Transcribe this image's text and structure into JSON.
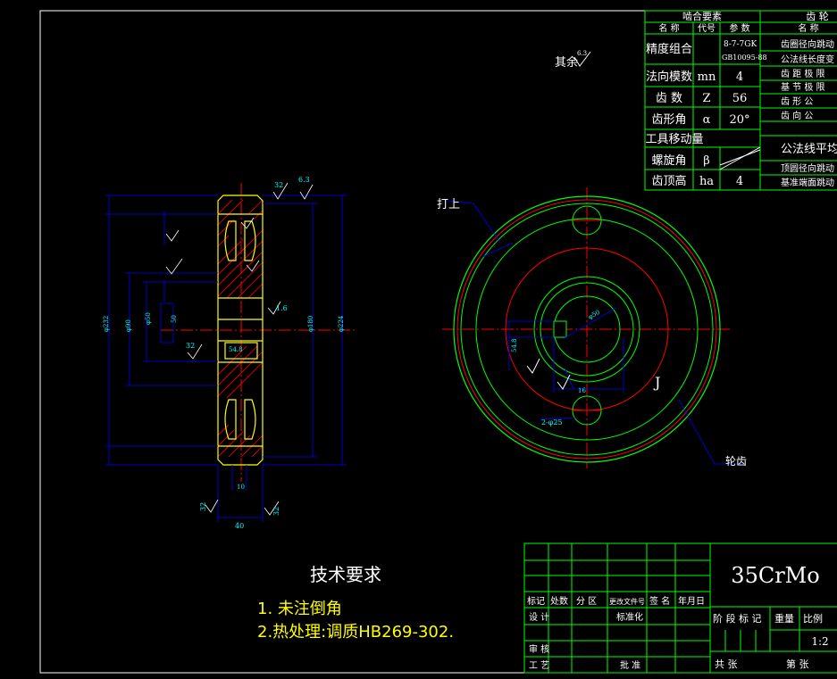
{
  "colors": {
    "background": "#000000",
    "frame": "#ffffff",
    "table": "#00ff00",
    "outline": "#ffff00",
    "dimension": "#00ffff",
    "centerline": "#ff0000",
    "pitch": "#00ff00",
    "hatch": "#ff0000",
    "leader": "#0000ff"
  },
  "gear_table": {
    "header_left": "啮合要素",
    "header_right": "齿 轮",
    "col_name": "名 称",
    "col_code": "代号",
    "col_param": "参 数",
    "right_col_name": "名 称",
    "rows": [
      {
        "name": "精度组合",
        "code": "",
        "value": "8-7-7GK",
        "value2": "GB10095-88"
      },
      {
        "name": "法向模数",
        "code": "mn",
        "value": "4"
      },
      {
        "name": "齿 数",
        "code": "Z",
        "value": "56"
      },
      {
        "name": "齿形角",
        "code": "α",
        "value": "20°"
      },
      {
        "name": "工具移动量",
        "code": "",
        "value": ""
      },
      {
        "name": "螺旋角",
        "code": "β",
        "value": ""
      },
      {
        "name": "齿顶高",
        "code": "ha",
        "value": "4"
      }
    ],
    "right_rows": [
      "齿圈径向跳动",
      "公法线长度变",
      "齿 距 极 限",
      "基 节 极 限",
      "齿 形 公",
      "齿 向 公",
      "公法线平均",
      "顶圆径向跳动",
      "基准端面跳动"
    ]
  },
  "annotations": {
    "roughness_other": "其余",
    "roughness_other_value": "6.3",
    "stamp": "打上",
    "teeth": "轮齿",
    "holes": "2-φ25",
    "section_mark": "J",
    "keyway_width": "16",
    "keyway_depth": "54.8",
    "rough_32": "32",
    "rough_63": "6.3",
    "rough_16": "1.6",
    "dim_width": "40",
    "dim_hub": "50",
    "dim_da": "φ232",
    "dim_bore": "φ50",
    "dim_d": "φ224",
    "dim_web": "10",
    "dim_ring": "φ180",
    "dim_hubd": "φ90"
  },
  "tech_requirements": {
    "title": "技术要求",
    "items": [
      "1. 未注倒角",
      "2.热处理:调质HB269-302."
    ]
  },
  "title_block": {
    "material": "35CrMo",
    "mark_labels": [
      "标记",
      "处数",
      "分 区",
      "更改文件号",
      "签 名",
      "年月日"
    ],
    "design": "设 计",
    "standardize": "标准化",
    "review": "审 核",
    "process": "工 艺",
    "approve": "批 准",
    "stage_mark": "阶 段 标 记",
    "weight": "重量",
    "scale_label": "比例",
    "scale_value": "1:2",
    "total_sheets": "共 张",
    "sheet_no": "第 张"
  }
}
